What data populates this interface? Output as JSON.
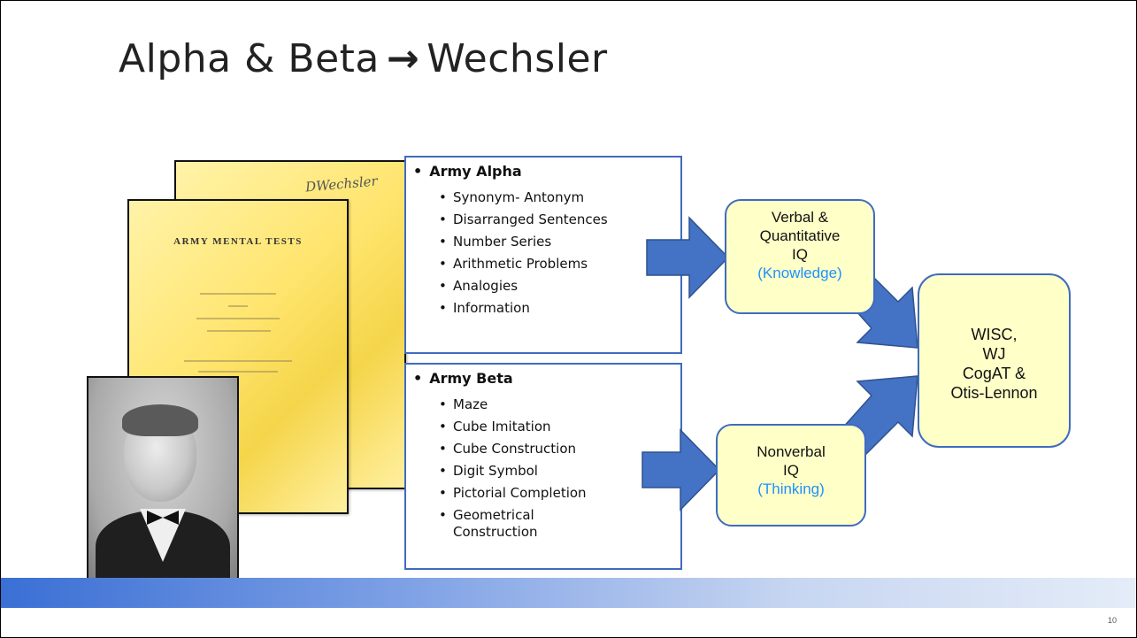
{
  "slide": {
    "title_left": "Alpha & Beta",
    "title_arrow": "→",
    "title_right": "Wechsler",
    "page_number": "10"
  },
  "document": {
    "heading": "ARMY MENTAL TESTS",
    "signature": "DWechsler"
  },
  "army_alpha": {
    "title": "Army Alpha",
    "items": [
      "Synonym- Antonym",
      "Disarranged Sentences",
      "Number Series",
      "Arithmetic Problems",
      "Analogies",
      "Information"
    ]
  },
  "army_beta": {
    "title": "Army Beta",
    "items": [
      "Maze",
      "Cube Imitation",
      "Cube Construction",
      "Digit Symbol",
      "Pictorial Completion",
      "Geometrical Construction"
    ]
  },
  "verbal_box": {
    "line1": "Verbal &",
    "line2": "Quantitative",
    "line3": "IQ",
    "sub": "(Knowledge)"
  },
  "nonverbal_box": {
    "line1": "Nonverbal",
    "line2": "IQ",
    "sub": "(Thinking)"
  },
  "wisc_box": {
    "line1": "WISC,",
    "line2": "WJ",
    "line3": "CogAT &",
    "line4": "Otis-Lennon"
  },
  "colors": {
    "box_border": "#3f6bbf",
    "arrow_fill": "#4472c4",
    "callout_fill": "#ffffc8",
    "sub_text": "#1e90ff"
  }
}
